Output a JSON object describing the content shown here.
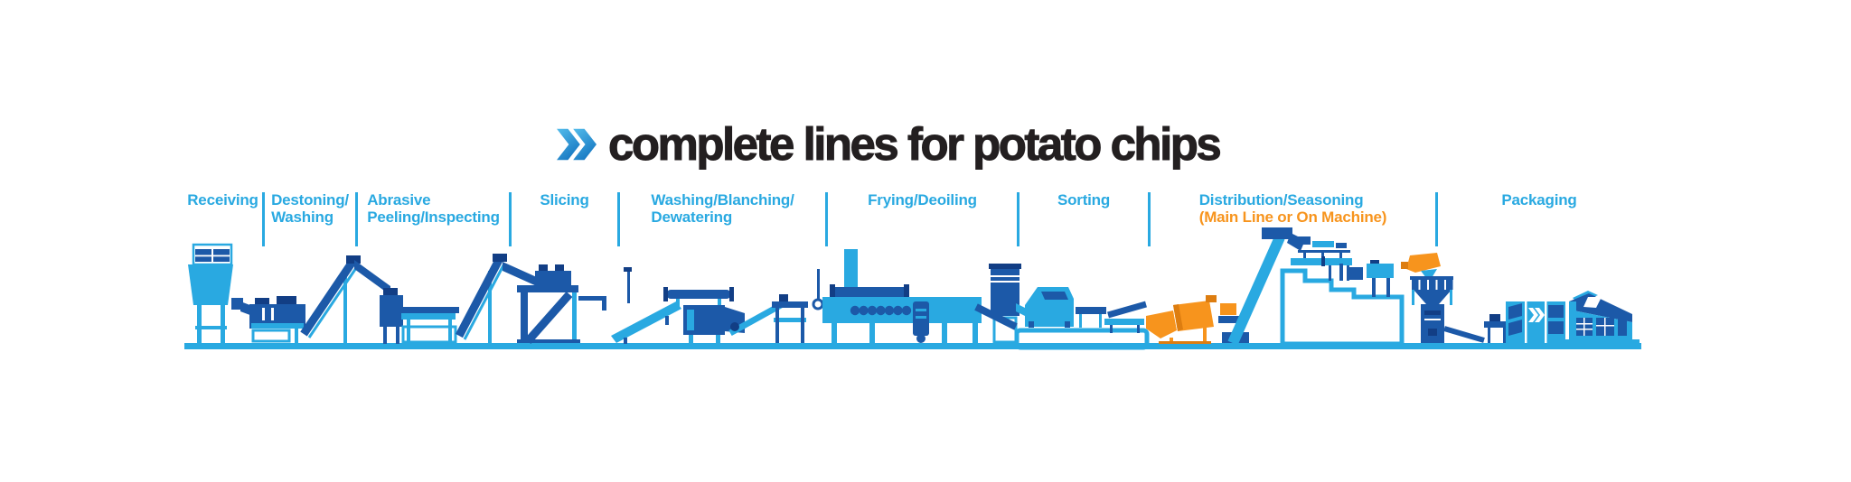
{
  "header": {
    "title": "complete lines for potato chips",
    "chevron_icon": "double-chevron-right"
  },
  "stages": [
    {
      "id": "receiving",
      "line1": "Receiving",
      "line2": ""
    },
    {
      "id": "destoning-washing",
      "line1": "Destoning/",
      "line2": "Washing"
    },
    {
      "id": "abrasive-peeling-inspecting",
      "line1": "Abrasive",
      "line2": "Peeling/Inspecting"
    },
    {
      "id": "slicing",
      "line1": "Slicing",
      "line2": ""
    },
    {
      "id": "washing-blanching-dewatering",
      "line1": "Washing/Blanching/",
      "line2": "Dewatering"
    },
    {
      "id": "frying-deoiling",
      "line1": "Frying/Deoiling",
      "line2": ""
    },
    {
      "id": "sorting",
      "line1": "Sorting",
      "line2": ""
    },
    {
      "id": "distribution-seasoning",
      "line1": "Distribution/Seasoning",
      "line2": "(Main Line or On Machine)",
      "line2_style": "orange"
    },
    {
      "id": "packaging",
      "line1": "Packaging",
      "line2": ""
    }
  ],
  "colors": {
    "cyan": "#29A9E1",
    "navy": "#1C59A8",
    "deep": "#123E85",
    "orange": "#F7941D",
    "orangedark": "#DD7D10",
    "title": "#231F20"
  }
}
